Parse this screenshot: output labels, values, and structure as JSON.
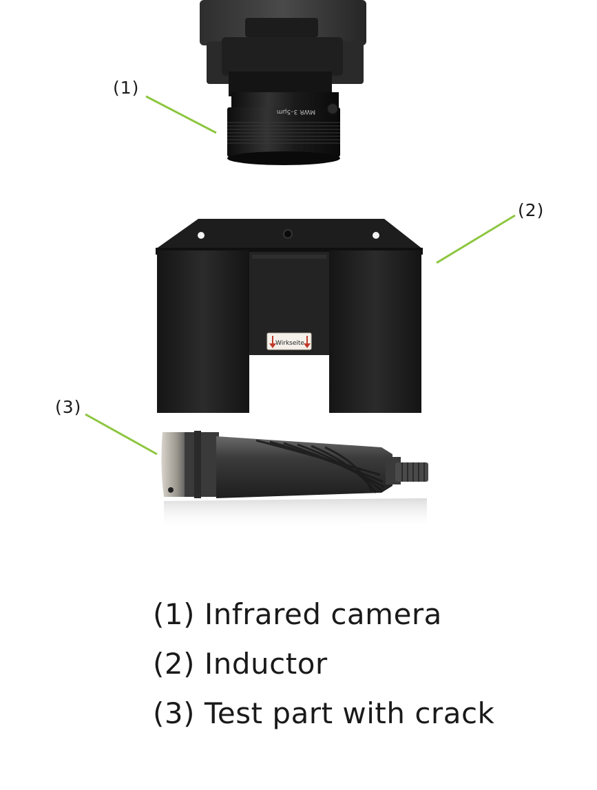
{
  "callouts": {
    "camera": "(1)",
    "inductor": "(2)",
    "test_part": "(3)"
  },
  "label_text": {
    "lens_marking": "MWR  3–5µm",
    "inductor_sticker": "Wirkseite"
  },
  "legend": {
    "item1": "(1) Infrared camera",
    "item2": "(2) Inductor",
    "item3": "(3) Test part with crack"
  },
  "colors": {
    "leader_line": "#8dc63f",
    "sticker_arrow": "#c0392b"
  }
}
